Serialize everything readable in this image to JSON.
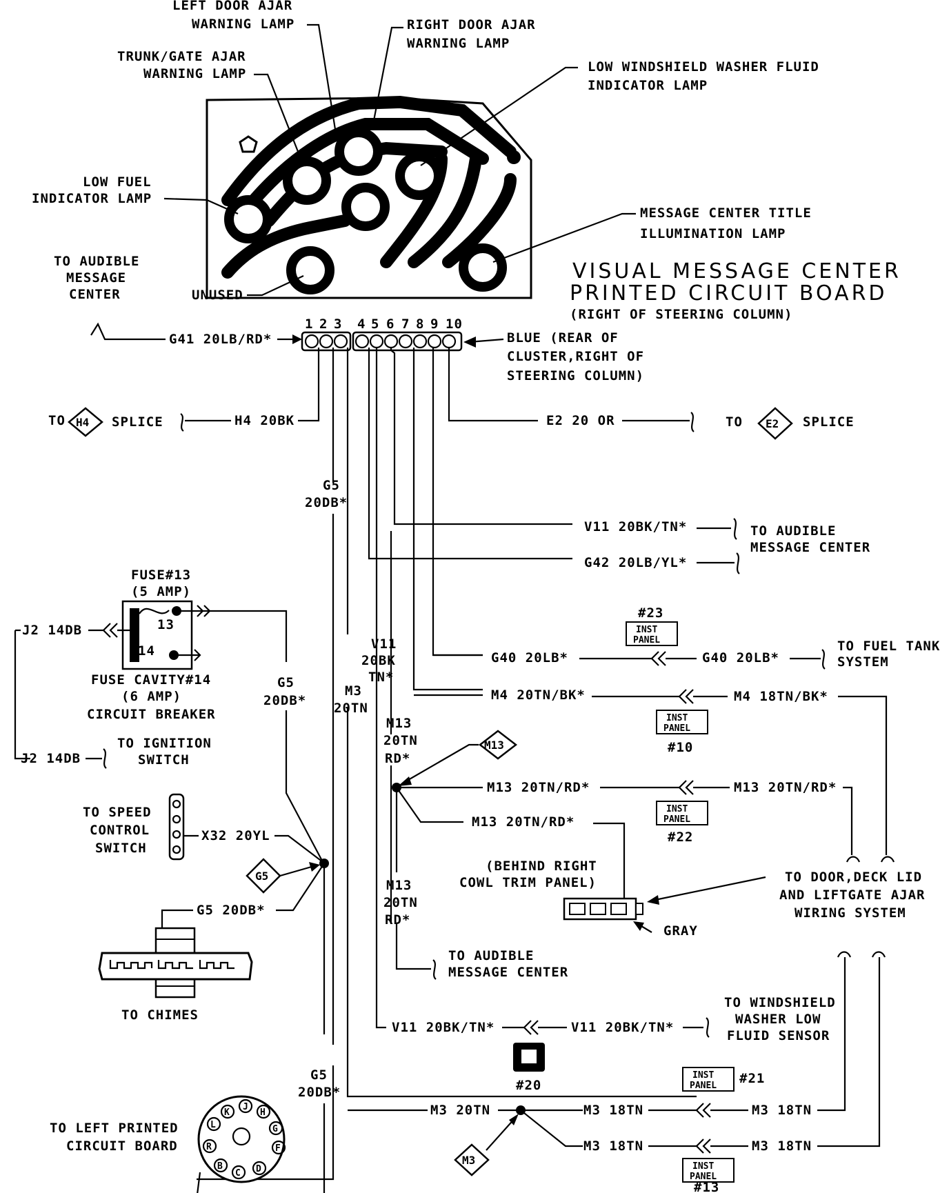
{
  "board": {
    "title_line1": "VISUAL MESSAGE CENTER",
    "title_line2": "PRINTED CIRCUIT BOARD",
    "title_line3": "(RIGHT OF STEERING COLUMN)"
  },
  "lamps": {
    "left_door_1": "LEFT DOOR AJAR",
    "left_door_2": "WARNING LAMP",
    "right_door_1": "RIGHT DOOR AJAR",
    "right_door_2": "WARNING LAMP",
    "trunk_1": "TRUNK/GATE AJAR",
    "trunk_2": "WARNING LAMP",
    "washer_1": "LOW WINDSHIELD WASHER FLUID",
    "washer_2": "INDICATOR LAMP",
    "fuel_1": "LOW FUEL",
    "fuel_2": "INDICATOR LAMP",
    "msg_1": "MESSAGE CENTER TITLE",
    "msg_2": "ILLUMINATION LAMP",
    "audible_1": "TO AUDIBLE",
    "audible_2": "MESSAGE",
    "audible_3": "CENTER",
    "unused": "UNUSED"
  },
  "connector": {
    "pins": [
      "1",
      "2",
      "3",
      "4",
      "5",
      "6",
      "7",
      "8",
      "9",
      "10"
    ],
    "desc_1": "BLUE (REAR OF",
    "desc_2": "CLUSTER,RIGHT OF",
    "desc_3": "STEERING COLUMN)"
  },
  "wires": {
    "g41": "G41 20LB/RD*",
    "h4": "H4 20BK",
    "to": "TO",
    "splice": "SPLICE",
    "h4_diamond": "H4",
    "e2": "E2 20 OR",
    "e2_diamond": "E2",
    "g5_1": "G5",
    "g5_2": "20DB*",
    "v11_a": "V11 20BK/TN*",
    "to_audible_1": "TO AUDIBLE",
    "to_audible_2": "MESSAGE CENTER",
    "g42": "G42 20LB/YL*",
    "g40_a": "G40 20LB*",
    "g40_b": "G40 20LB*",
    "fuel_tank_1": "TO FUEL TANK",
    "fuel_tank_2": "SYSTEM",
    "m4_a": "M4 20TN/BK*",
    "m4_b": "M4 18TN/BK*",
    "v11_v1": "V11",
    "v11_v2": "20BK",
    "v11_v3": "TN*",
    "m3_v1": "M3",
    "m3_v2": "20TN",
    "m13_v1": "M13",
    "m13_v2": "20TN",
    "m13_v3": "RD*",
    "m13_diamond": "M13",
    "m13_a": "M13 20TN/RD*",
    "m13_b": "M13 20TN/RD*",
    "m13_c": "M13 20TN/RD*",
    "behind_1": "(BEHIND RIGHT",
    "behind_2": "COWL TRIM PANEL)",
    "gray": "GRAY",
    "door_deck_1": "TO DOOR,DECK LID",
    "door_deck_2": "AND LIFTGATE AJAR",
    "door_deck_3": "WIRING SYSTEM",
    "audible_lower_1": "TO AUDIBLE",
    "audible_lower_2": "MESSAGE CENTER",
    "washer_sensor_1": "TO WINDSHIELD",
    "washer_sensor_2": "WASHER LOW",
    "washer_sensor_3": "FLUID SENSOR",
    "v11_b": "V11 20BK/TN*",
    "v11_c": "V11 20BK/TN*",
    "m3_a": "M3 20TN",
    "m3_b": "M3 18TN",
    "m3_c": "M3 18TN",
    "m3_d": "M3 18TN",
    "m3_e": "M3 18TN",
    "m3_diamond": "M3",
    "g5_diamond": "G5",
    "g5_chimes": "G5 20DB*",
    "x32": "X32 20YL",
    "speed_1": "TO SPEED",
    "speed_2": "CONTROL",
    "speed_3": "SWITCH",
    "chimes": "TO CHIMES",
    "left_pcb_1": "TO LEFT PRINTED",
    "left_pcb_2": "CIRCUIT BOARD"
  },
  "fuse": {
    "name": "FUSE#13",
    "amp": "(5 AMP)",
    "num_13": "13",
    "num_14": "14",
    "cavity_1": "FUSE CAVITY#14",
    "cavity_2": "(6 AMP)",
    "cavity_3": "CIRCUIT BREAKER",
    "j2_a": "J2 14DB",
    "j2_b": "J2 14DB",
    "ign_1": "TO IGNITION",
    "ign_2": "SWITCH"
  },
  "panels": {
    "inst": "INST",
    "panel": "PANEL",
    "p23": "#23",
    "p10": "#10",
    "p22": "#22",
    "p21": "#21",
    "p13": "#13",
    "p20": "#20"
  },
  "round_connector": {
    "pins": [
      "K",
      "J",
      "H",
      "L",
      "G",
      "F",
      "B",
      "C",
      "D",
      "R"
    ]
  }
}
